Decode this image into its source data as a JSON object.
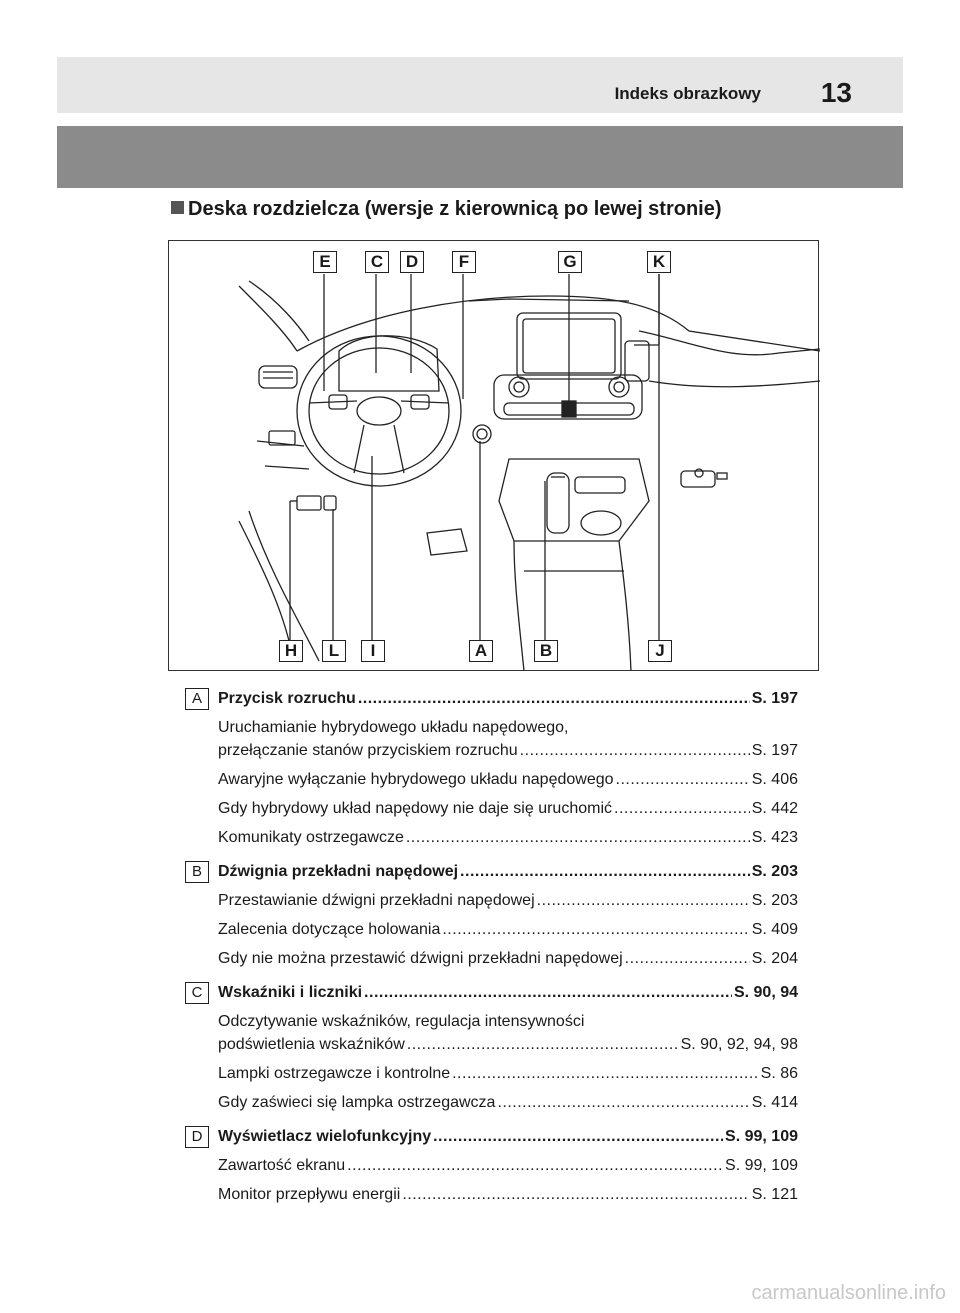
{
  "header": {
    "title": "Indeks obrazkowy",
    "page_number": "13"
  },
  "section": {
    "title": "Deska rozdzielcza (wersje z kierownicą po lewej stronie)"
  },
  "figure": {
    "top_callouts": [
      "E",
      "C",
      "D",
      "F",
      "G",
      "K"
    ],
    "bottom_callouts": [
      "H",
      "L",
      "I",
      "A",
      "B",
      "J"
    ]
  },
  "entries": {
    "A": {
      "letter": "A",
      "title": "Przycisk rozruchu",
      "page": "S. 197",
      "items": [
        {
          "line1": "Uruchamianie hybrydowego układu napędowego,",
          "text": "przełączanie stanów przyciskiem rozruchu",
          "page": "S. 197"
        },
        {
          "text": "Awaryjne wyłączanie hybrydowego układu napędowego",
          "page": "S. 406"
        },
        {
          "text": "Gdy hybrydowy układ napędowy nie daje się uruchomić",
          "page": "S. 442"
        },
        {
          "text": "Komunikaty ostrzegawcze",
          "page": "S. 423"
        }
      ]
    },
    "B": {
      "letter": "B",
      "title": "Dźwignia przekładni napędowej",
      "page": "S. 203",
      "items": [
        {
          "text": "Przestawianie dźwigni przekładni napędowej",
          "page": "S. 203"
        },
        {
          "text": "Zalecenia dotyczące holowania",
          "page": "S. 409"
        },
        {
          "text": "Gdy nie można przestawić dźwigni przekładni napędowej",
          "page": "S. 204"
        }
      ]
    },
    "C": {
      "letter": "C",
      "title": "Wskaźniki i liczniki",
      "page": "S. 90, 94",
      "items": [
        {
          "line1": "Odczytywanie wskaźników, regulacja intensywności",
          "text": "podświetlenia wskaźników",
          "page": "S. 90, 92, 94, 98"
        },
        {
          "text": "Lampki ostrzegawcze i kontrolne",
          "page": "S. 86"
        },
        {
          "text": "Gdy zaświeci się lampka ostrzegawcza",
          "page": "S. 414"
        }
      ]
    },
    "D": {
      "letter": "D",
      "title": "Wyświetlacz wielofunkcyjny",
      "page": "S. 99, 109",
      "items": [
        {
          "text": "Zawartość ekranu",
          "page": "S. 99, 109"
        },
        {
          "text": "Monitor przepływu energii",
          "page": "S. 121"
        }
      ]
    }
  },
  "watermark": "carmanualsonline.info"
}
